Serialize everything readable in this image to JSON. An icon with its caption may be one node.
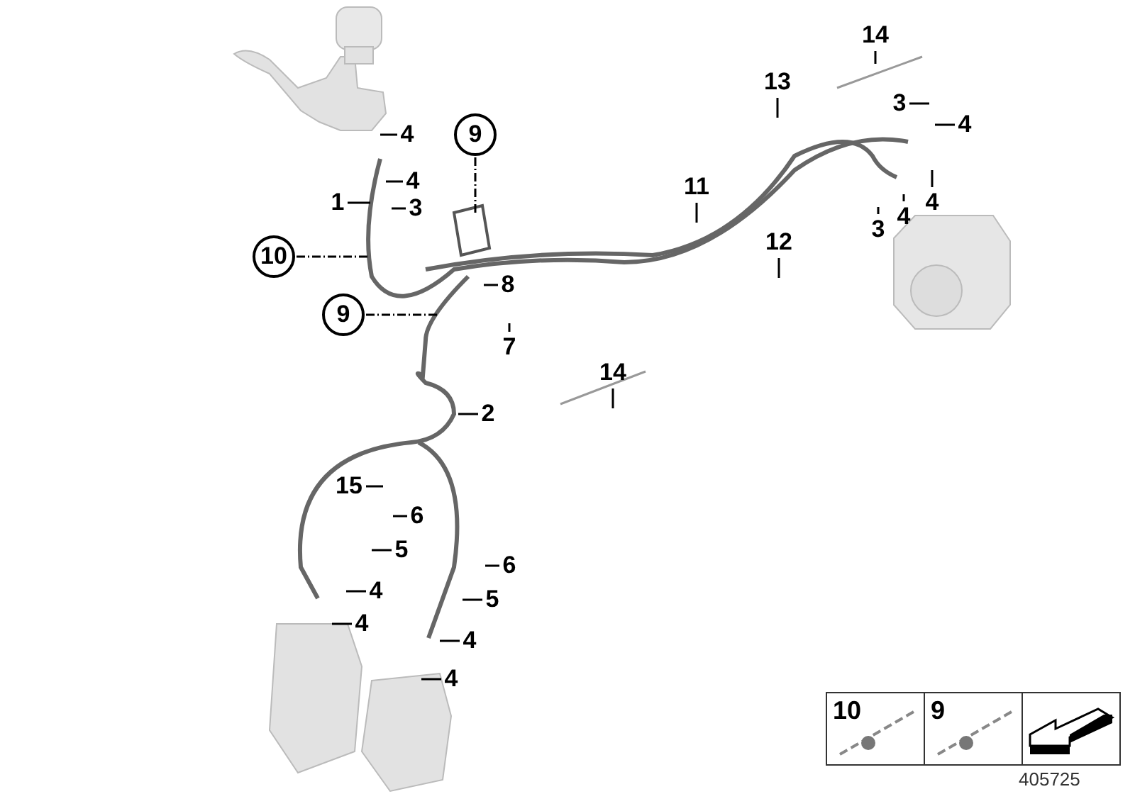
{
  "diagram": {
    "nodes": [
      {
        "text": [
          "14"
        ]
      },
      {
        "text": [
          "4"
        ]
      },
      {
        "text": [
          "9"
        ]
      },
      {
        "text": [
          "13"
        ]
      },
      {
        "text": [
          "3"
        ]
      },
      {
        "text": [
          "4"
        ]
      },
      {
        "text": [
          "4"
        ]
      },
      {
        "text": [
          "1"
        ]
      },
      {
        "text": [
          "3"
        ]
      },
      {
        "text": [
          "11"
        ]
      },
      {
        "text": [
          "4"
        ]
      },
      {
        "text": [
          "3"
        ]
      },
      {
        "text": [
          "4"
        ]
      },
      {
        "text": [
          "10"
        ]
      },
      {
        "text": [
          "12"
        ]
      },
      {
        "text": [
          "8"
        ]
      },
      {
        "text": [
          "9"
        ]
      },
      {
        "text": [
          "7"
        ]
      },
      {
        "text": [
          "14"
        ]
      },
      {
        "text": [
          "2"
        ]
      },
      {
        "text": [
          "15"
        ]
      },
      {
        "text": [
          "6"
        ]
      },
      {
        "text": [
          "5"
        ]
      },
      {
        "text": [
          "6"
        ]
      },
      {
        "text": [
          "4"
        ]
      },
      {
        "text": [
          "5"
        ]
      },
      {
        "text": [
          "4"
        ]
      },
      {
        "text": [
          "4"
        ]
      },
      {
        "text": [
          "4"
        ]
      },
      {
        "text": [
          "10"
        ]
      },
      {
        "text": [
          "9"
        ]
      },
      {
        "text": [],
        "shape": "box"
      }
    ],
    "edges": [
      {
        "from": 0,
        "to": null,
        "arrow": "none"
      },
      {
        "from": 1,
        "to": null,
        "arrow": "none"
      },
      {
        "from": 2,
        "to": null,
        "arrow": "none",
        "style": "dashed"
      },
      {
        "from": 3,
        "to": null,
        "arrow": "none"
      },
      {
        "from": 4,
        "to": null,
        "arrow": "none"
      },
      {
        "from": 5,
        "to": null,
        "arrow": "none"
      },
      {
        "from": 6,
        "to": null,
        "arrow": "none"
      },
      {
        "from": 7,
        "to": null,
        "arrow": "none"
      },
      {
        "from": 8,
        "to": null,
        "arrow": "none"
      },
      {
        "from": 9,
        "to": null,
        "arrow": "none"
      },
      {
        "from": 10,
        "to": null,
        "arrow": "none"
      },
      {
        "from": 11,
        "to": null,
        "arrow": "none"
      },
      {
        "from": 12,
        "to": null,
        "arrow": "none"
      },
      {
        "from": 13,
        "to": null,
        "arrow": "none",
        "style": "dashed"
      },
      {
        "from": 14,
        "to": null,
        "arrow": "none"
      },
      {
        "from": 15,
        "to": null,
        "arrow": "none"
      },
      {
        "from": 16,
        "to": null,
        "arrow": "none",
        "style": "dashed"
      },
      {
        "from": 17,
        "to": null,
        "arrow": "none"
      },
      {
        "from": 18,
        "to": null,
        "arrow": "none"
      },
      {
        "from": 19,
        "to": null,
        "arrow": "none"
      },
      {
        "from": 20,
        "to": null,
        "arrow": "none"
      },
      {
        "from": 21,
        "to": null,
        "arrow": "none"
      },
      {
        "from": 22,
        "to": null,
        "arrow": "none"
      },
      {
        "from": 23,
        "to": null,
        "arrow": "none"
      },
      {
        "from": 24,
        "to": null,
        "arrow": "none"
      },
      {
        "from": 25,
        "to": null,
        "arrow": "none"
      },
      {
        "from": 26,
        "to": null,
        "arrow": "none"
      },
      {
        "from": 27,
        "to": null,
        "arrow": "none"
      },
      {
        "from": 28,
        "to": null,
        "arrow": "none"
      }
    ],
    "labels": [
      "405725"
    ]
  }
}
